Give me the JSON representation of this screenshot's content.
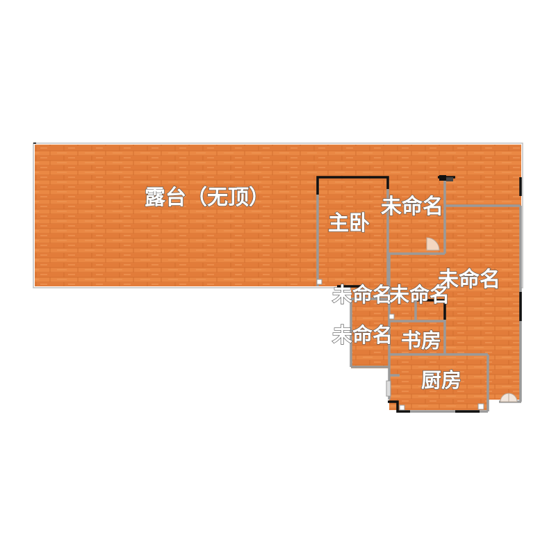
{
  "floor_plan": {
    "colors": {
      "floor_base": "#e7823f",
      "floor_dark": "#d9722f",
      "floor_light": "#f09a58",
      "wall_black": "#111111",
      "wall_gray": "#9a9a9a",
      "label_fill": "#ffffff",
      "label_outline": "#555555"
    },
    "rooms": [
      {
        "id": "terrace",
        "label": "露台（无顶）"
      },
      {
        "id": "master-bedroom",
        "label": "主卧"
      },
      {
        "id": "unnamed-1",
        "label": "未命名"
      },
      {
        "id": "unnamed-2",
        "label": "未命名"
      },
      {
        "id": "unnamed-3",
        "label": "未命名"
      },
      {
        "id": "unnamed-4",
        "label": "未命名"
      },
      {
        "id": "unnamed-5",
        "label": "未命名"
      },
      {
        "id": "study",
        "label": "书房"
      },
      {
        "id": "kitchen",
        "label": "厨房"
      }
    ]
  }
}
